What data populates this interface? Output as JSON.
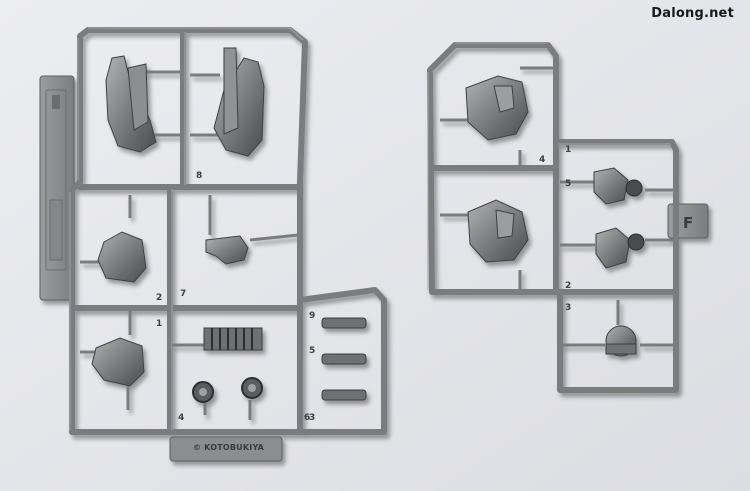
{
  "watermark": "Dalong.net",
  "copyright": "© KOTOBUKIYA",
  "runner_left": {
    "gate_numbers": [
      "1",
      "2",
      "3",
      "4",
      "5",
      "6",
      "7",
      "8",
      "9"
    ]
  },
  "runner_right": {
    "tag_letter": "F",
    "gate_numbers": [
      "1",
      "2",
      "3",
      "4",
      "5"
    ]
  },
  "colors": {
    "background": "#e6e7ec",
    "plastic": "#7e8081",
    "plastic_dark": "#4d4f50",
    "plastic_light": "#b3b5b6"
  }
}
